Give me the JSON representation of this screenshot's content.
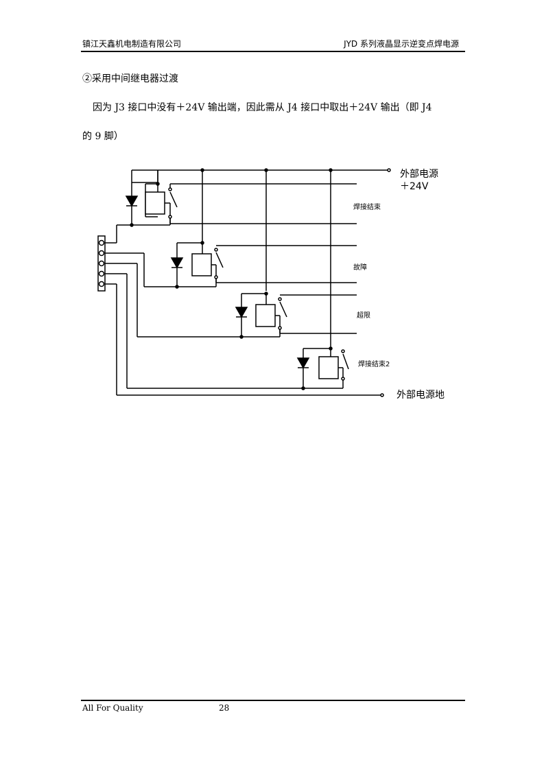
{
  "header": {
    "company": "镇江天鑫机电制造有限公司",
    "product": "JYD 系列液晶显示逆变点焊电源"
  },
  "content": {
    "section_title": "②采用中间继电器过渡",
    "para_line1": "因为 J3 接口中没有＋24V 输出端，因此需从 J4 接口中取出＋24V 输出（即 J4",
    "para_line2": "的 9 脚）"
  },
  "diagram": {
    "power_label_line1": "外部电源",
    "power_label_line2": "＋24V",
    "ground_label": "外部电源地",
    "outputs": [
      "焊接结束",
      "故障",
      "超限",
      "焊接结束2"
    ]
  },
  "footer": {
    "slogan": "All For Quality",
    "page_number": "28"
  }
}
